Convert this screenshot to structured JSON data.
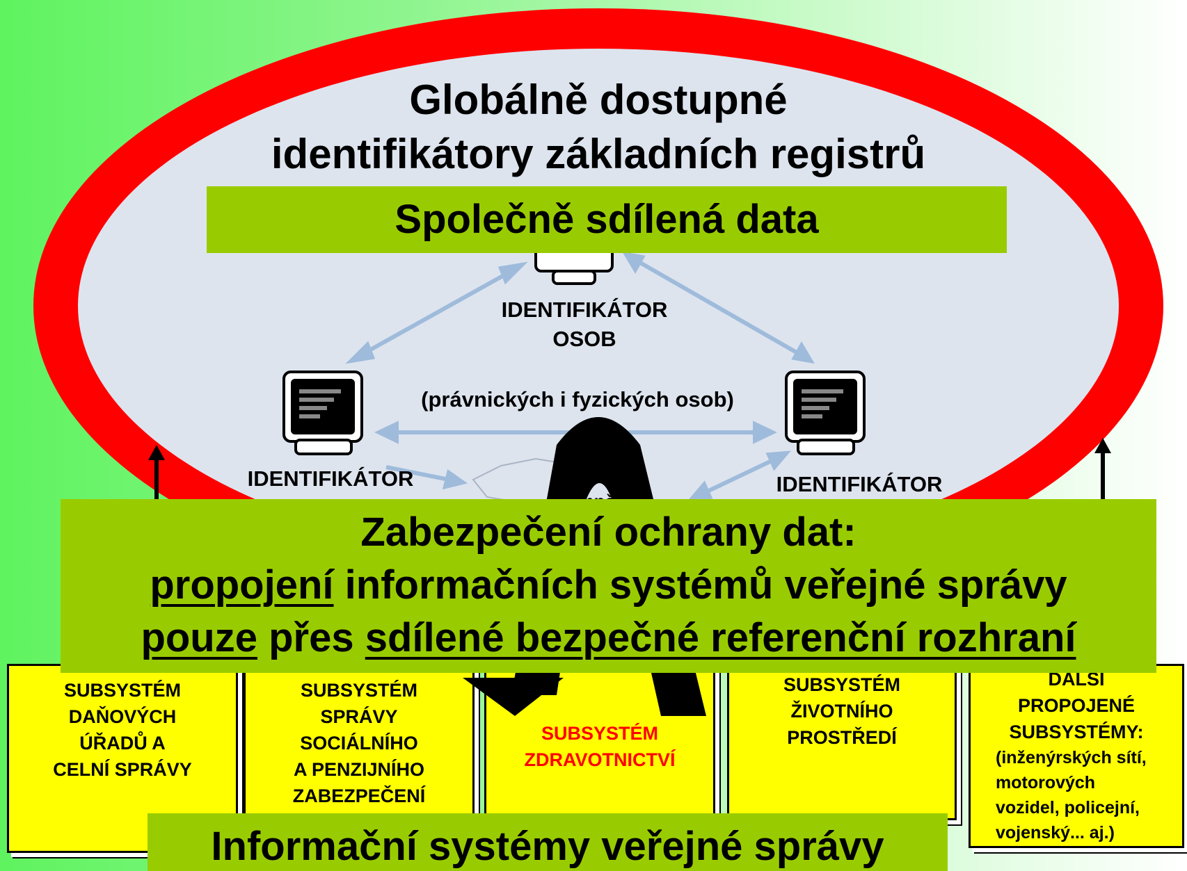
{
  "title": {
    "line1": "Globálně dostupné",
    "line2": "identifikátory základních registrů"
  },
  "shared_banner": "Společně sdílená data",
  "identifiers": {
    "persons_line1": "IDENTIFIKÁTOR",
    "persons_line2": "OSOB",
    "persons_note": "(právnických i fyzických osob)",
    "left": "IDENTIFIKÁTOR",
    "right": "IDENTIFIKÁTOR",
    "partial_text": "emně"
  },
  "protection_banner": {
    "line1": "Zabezpečení ochrany dat:",
    "line2_a": "propojení",
    "line2_b": " informačních systémů veřejné správy",
    "line3_a": "pouze",
    "line3_b": " přes ",
    "line3_c": "sdílené bezpečné referenční rozhraní"
  },
  "subsystems": [
    {
      "lines": [
        "SUBSYSTÉM",
        "DAŇOVÝCH",
        "ÚŘADŮ A",
        "CELNÍ SPRÁVY"
      ]
    },
    {
      "lines": [
        "SUBSYSTÉM",
        "SPRÁVY",
        "SOCIÁLNÍHO",
        "A PENZIJNÍHO",
        "ZABEZPEČENÍ"
      ]
    },
    {
      "lines": [
        "SUBSYSTÉM",
        "ZDRAVOTNICTVÍ"
      ]
    },
    {
      "lines": [
        "SUBSYSTÉM",
        "ŽIVOTNÍHO",
        "PROSTŘEDÍ"
      ]
    },
    {
      "lines": [
        "DALŠÍ",
        "PROPOJENÉ",
        "SUBSYSTÉMY:"
      ],
      "sub_lines": [
        "(inženýrských sítí,",
        "motorových",
        "vozidel, policejní,",
        "vojenský... aj.)"
      ]
    }
  ],
  "bottom_banner": "Informační systémy veřejné správy",
  "colors": {
    "ring": "#ff0000",
    "ellipse_fill": "#dde4ee",
    "banner": "#99cc00",
    "box": "#ffff00",
    "highlight_text": "#ff0000",
    "arrow": "#9fbbdb"
  },
  "icons": [
    "computer-monitor-icon",
    "double-arrow-icon",
    "up-arrow-icon",
    "down-arrow-icon"
  ]
}
